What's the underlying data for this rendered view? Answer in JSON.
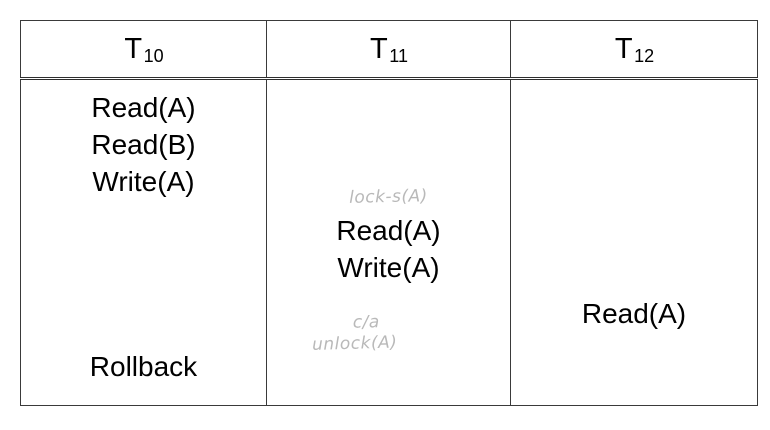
{
  "table": {
    "headers": [
      {
        "name": "T",
        "subscript": "10"
      },
      {
        "name": "T",
        "subscript": "11"
      },
      {
        "name": "T",
        "subscript": "12"
      }
    ],
    "columns": [
      {
        "transaction": "T10",
        "top_operations": [
          "Read(A)",
          "Read(B)",
          "Write(A)"
        ],
        "bottom_operations": [
          "Rollback"
        ],
        "annotations": []
      },
      {
        "transaction": "T11",
        "top_operations": [
          "Read(A)",
          "Write(A)"
        ],
        "bottom_operations": [],
        "annotations": [
          {
            "position": "above-operations",
            "text": "lock-s(A)"
          },
          {
            "position": "below-operations",
            "line1": "c/a",
            "line2": "unlock(A)"
          }
        ]
      },
      {
        "transaction": "T12",
        "top_operations": [
          "Read(A)"
        ],
        "bottom_operations": [],
        "annotations": []
      }
    ]
  },
  "colors": {
    "border": "#3a3a3a",
    "text": "#000000",
    "pencil": "#b9b9b9",
    "background": "#ffffff"
  }
}
